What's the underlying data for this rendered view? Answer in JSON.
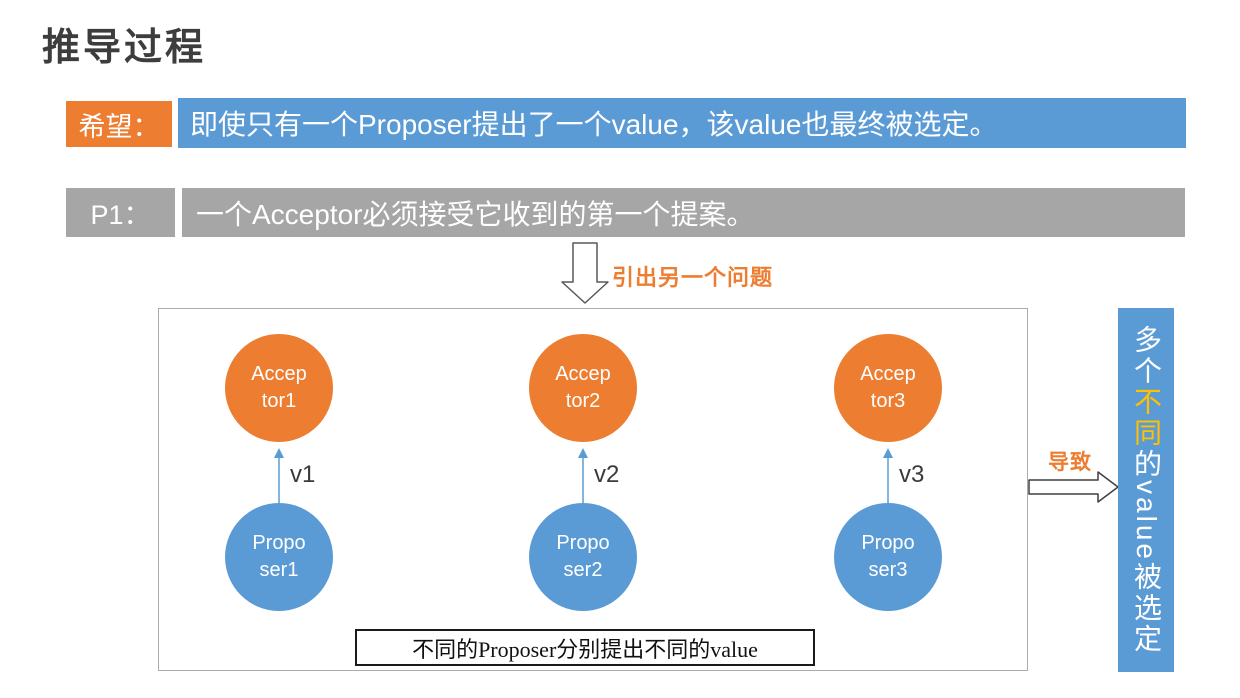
{
  "page": {
    "title": "推导过程"
  },
  "hope_row": {
    "label": "希望：",
    "text": "即使只有一个Proposer提出了一个value，该value也最终被选定。",
    "label_bg": "#ED7D31",
    "text_bg": "#5B9BD5"
  },
  "p1_row": {
    "label": "P1：",
    "text": "一个Acceptor必须接受它收到的第一个提案。",
    "bg": "#A6A6A6"
  },
  "transition": {
    "note": "引出另一个问题",
    "note_color": "#ED7D31"
  },
  "diagram": {
    "columns": [
      {
        "acceptor_name": "Acceptor1",
        "acceptor_display": "Accep\ntor1",
        "proposer_name": "Proposer1",
        "proposer_display": "Propo\nser1",
        "value_label": "v1"
      },
      {
        "acceptor_name": "Acceptor2",
        "acceptor_display": "Accep\ntor2",
        "proposer_name": "Proposer2",
        "proposer_display": "Propo\nser2",
        "value_label": "v2"
      },
      {
        "acceptor_name": "Acceptor3",
        "acceptor_display": "Accep\ntor3",
        "proposer_name": "Proposer3",
        "proposer_display": "Propo\nser3",
        "value_label": "v3"
      }
    ],
    "caption": "不同的Proposer分别提出不同的value",
    "acceptor_color": "#ED7D31",
    "proposer_color": "#5B9BD5"
  },
  "result": {
    "cause_label": "导致",
    "bar_bg": "#5B9BD5",
    "bar_segments": [
      {
        "text": "多个",
        "color": "#FFFFFF"
      },
      {
        "text": "不同",
        "color": "#FFC000"
      },
      {
        "text": "的value被选定",
        "color": "#FFFFFF"
      }
    ]
  }
}
